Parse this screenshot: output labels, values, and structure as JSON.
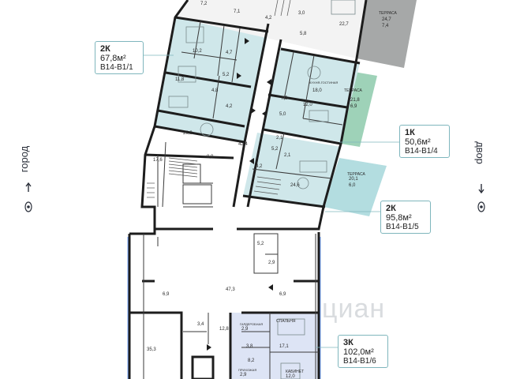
{
  "side_labels": {
    "left": "город",
    "right": "двор"
  },
  "units": [
    {
      "id": "b1-1",
      "rooms": "2К",
      "area": "67,8м²",
      "code": "B14-B1/1"
    },
    {
      "id": "b1-4",
      "rooms": "1К",
      "area": "50,6м²",
      "code": "B14-B1/4"
    },
    {
      "id": "b1-5",
      "rooms": "2К",
      "area": "95,8м²",
      "code": "B14-B1/5"
    },
    {
      "id": "b1-6",
      "rooms": "3К",
      "area": "102,0м²",
      "code": "B14-B1/6"
    }
  ],
  "room_areas": [
    "7,2",
    "7,1",
    "4,2",
    "3,0",
    "22,7",
    "5,8",
    "24,7",
    "7,4",
    "10,2",
    "4,7",
    "11,8",
    "5,2",
    "4,8",
    "4,2",
    "20,9",
    "7,5",
    "18,0",
    "12,0",
    "5,0",
    "21,8",
    "6,9",
    "42,4",
    "2,1",
    "5,2",
    "2,1",
    "4,2",
    "24,6",
    "20,1",
    "6,0",
    "17,6",
    "8,0",
    "5,2",
    "2,9",
    "47,3",
    "6,9",
    "6,9",
    "3,4",
    "12,8",
    "35,3",
    "2,9",
    "3,8",
    "17,1",
    "8,2",
    "2,9",
    "12,0"
  ],
  "room_names": [
    "ТЕРРАСА",
    "ТЕРРАСА",
    "ТЕРРАСА",
    "СПАЛЬНЯ",
    "КАБИНЕТ",
    "ГАРДЕРОБНАЯ",
    "ПРИХОЖАЯ",
    "КУХНЯ-ГОСТИНАЯ"
  ],
  "watermark": "циан",
  "colors": {
    "unit_blue": "#cfe7ea",
    "terrace_green": "#9ed2b8",
    "terrace_grey": "#a6a8a8",
    "terrace_teal": "#b3dde0",
    "wall": "#1d1d1d",
    "highlight_3k": "#dde4f5"
  }
}
